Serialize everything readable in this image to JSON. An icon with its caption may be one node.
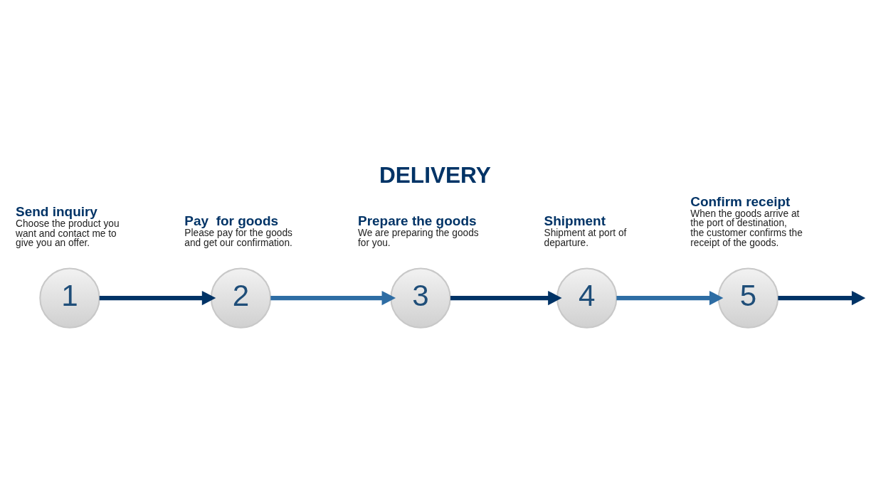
{
  "diagram": {
    "title": "DELIVERY",
    "nodes": [
      {
        "text": [
          "1"
        ],
        "beside": [
          "Send inquiry",
          "Choose the product you want and contact me to give you an offer."
        ]
      },
      {
        "text": [
          "2"
        ],
        "beside": [
          "Pay  for goods",
          "Please pay for the goods and get our confirmation."
        ]
      },
      {
        "text": [
          "3"
        ],
        "beside": [
          "Prepare the goods",
          "We are preparing the goods for you."
        ]
      },
      {
        "text": [
          "4"
        ],
        "beside": [
          "Shipment",
          "Shipment at port of departure."
        ]
      },
      {
        "text": [
          "5"
        ],
        "beside": [
          "Confirm receipt",
          "When the goods arrive at the port of destination, the customer confirms the receipt of the goods."
        ]
      }
    ],
    "edges": [
      {
        "from": 0,
        "to": 1,
        "arrow": "to"
      },
      {
        "from": 1,
        "to": 2,
        "arrow": "to",
        "color": "#2e6da4"
      },
      {
        "from": 2,
        "to": 3,
        "arrow": "to"
      },
      {
        "from": 3,
        "to": 4,
        "arrow": "to",
        "color": "#2e6da4"
      },
      {
        "from": 4,
        "to": null,
        "arrow": "to"
      }
    ]
  }
}
